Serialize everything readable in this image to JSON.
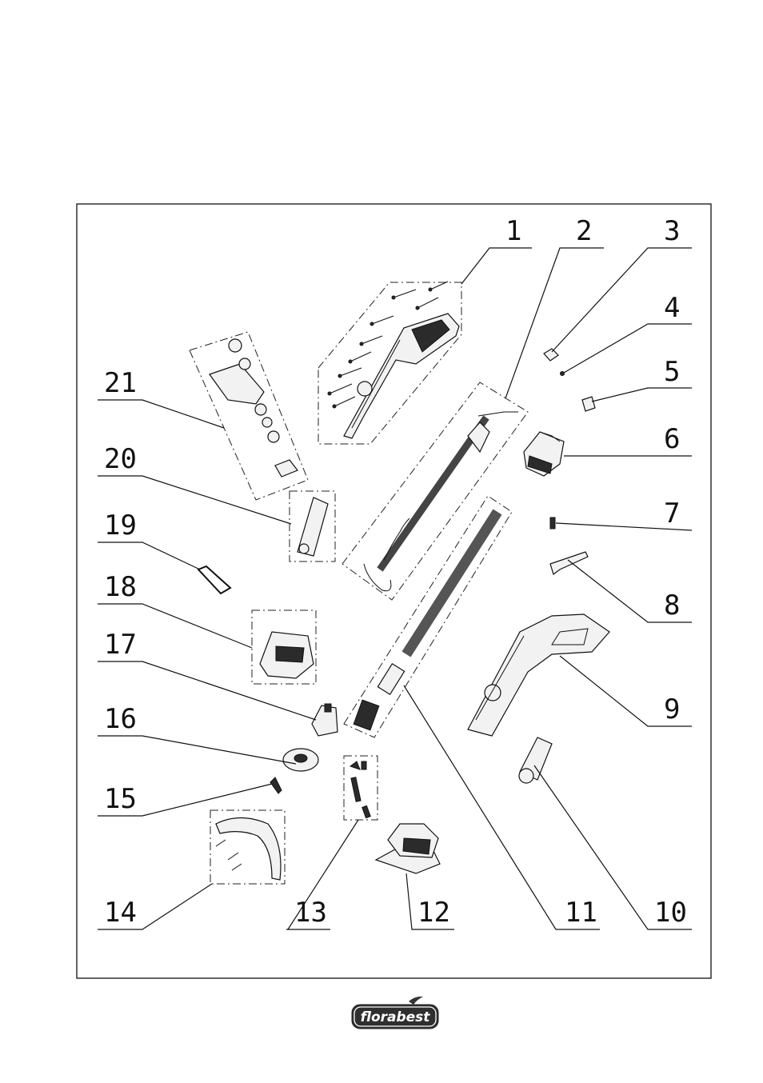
{
  "brand": {
    "logo_text": "florabest"
  },
  "callouts": [
    "1",
    "2",
    "3",
    "4",
    "5",
    "6",
    "7",
    "8",
    "9",
    "10",
    "11",
    "12",
    "13",
    "14",
    "15",
    "16",
    "17",
    "18",
    "19",
    "20",
    "21"
  ],
  "colors": {
    "ink": "#111111",
    "background": "#ffffff"
  }
}
